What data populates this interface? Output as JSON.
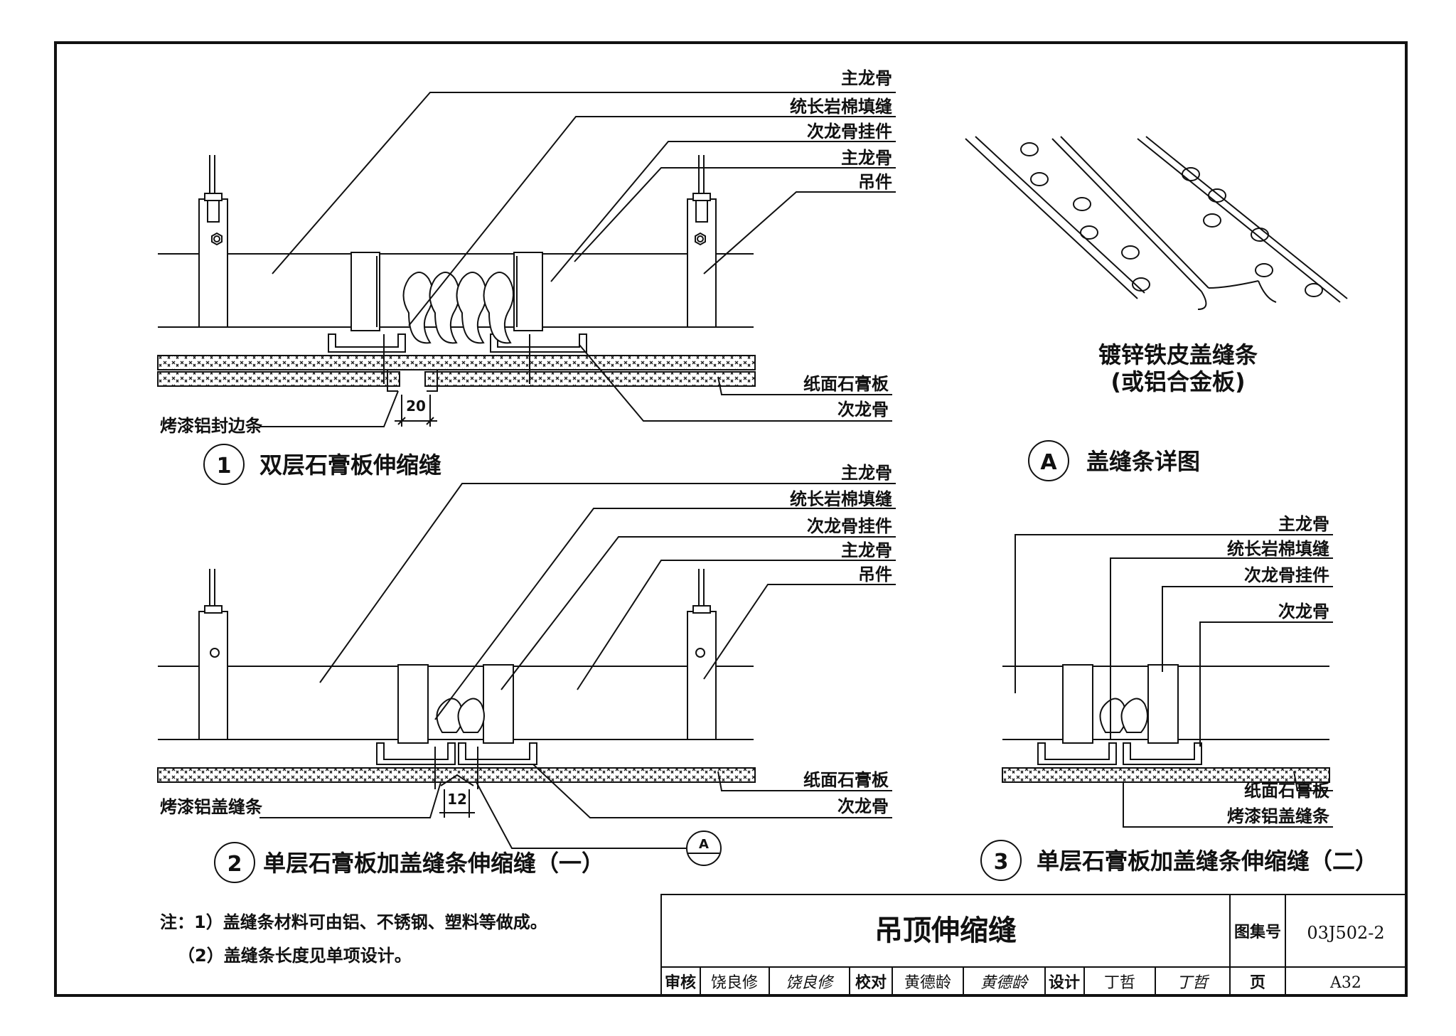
{
  "detail1": {
    "labels": [
      "主龙骨",
      "统长岩棉填缝",
      "次龙骨挂件",
      "主龙骨",
      "吊件"
    ],
    "right_labels": [
      "纸面石膏板",
      "次龙骨"
    ],
    "left_label": "烤漆铝封边条",
    "dimension": "20",
    "marker": "1",
    "title": "双层石膏板伸缩缝"
  },
  "detailA": {
    "caption_line1": "镀锌铁皮盖缝条",
    "caption_line2": "(或铝合金板)",
    "marker": "A",
    "title": "盖缝条详图"
  },
  "detail2": {
    "labels": [
      "主龙骨",
      "统长岩棉填缝",
      "次龙骨挂件",
      "主龙骨",
      "吊件"
    ],
    "right_labels": [
      "纸面石膏板",
      "次龙骨"
    ],
    "left_label": "烤漆铝盖缝条",
    "dimension": "12",
    "ref_marker": "A",
    "marker": "2",
    "title": "单层石膏板加盖缝条伸缩缝（一）"
  },
  "detail3": {
    "labels": [
      "主龙骨",
      "统长岩棉填缝",
      "次龙骨挂件",
      "次龙骨"
    ],
    "bottom_labels": [
      "纸面石膏板",
      "烤漆铝盖缝条"
    ],
    "marker": "3",
    "title": "单层石膏板加盖缝条伸缩缝（二）"
  },
  "notes": {
    "line1": "注：1）盖缝条材料可由铝、不锈钢、塑料等做成。",
    "line2": "（2）盖缝条长度见单项设计。"
  },
  "title_block": {
    "drawing_title": "吊顶伸缩缝",
    "atlas_label": "图集号",
    "atlas_no": "03J502-2",
    "review_label": "审核",
    "reviewer": "饶良修",
    "reviewer_sign": "饶良修",
    "check_label": "校对",
    "checker": "黄德龄",
    "checker_sign": "黄德龄",
    "design_label": "设计",
    "designer": "丁哲",
    "designer_sign": "丁哲",
    "page_label": "页",
    "page_no": "A32"
  }
}
